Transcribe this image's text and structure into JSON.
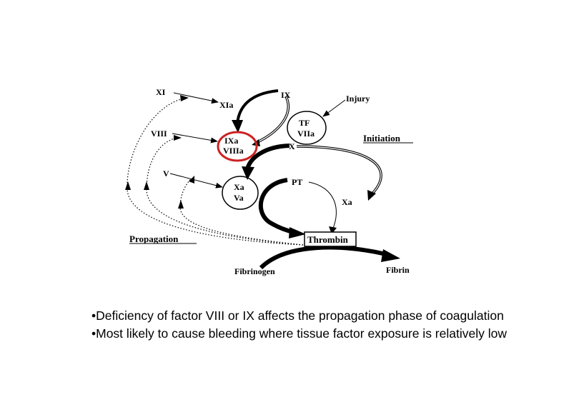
{
  "diagram": {
    "labels": {
      "xi": "XI",
      "xia": "XIa",
      "ix": "IX",
      "injury": "Injury",
      "tf": "TF",
      "viia": "VIIa",
      "viii": "VIII",
      "ixa": "IXa",
      "viiia": "VIIIa",
      "x": "X",
      "initiation": "Initiation",
      "v": "V",
      "xa_complex": "Xa",
      "va": "Va",
      "pt": "PT",
      "xa": "Xa",
      "propagation": "Propagation",
      "thrombin": "Thrombin",
      "fibrinogen": "Fibrinogen",
      "fibrin": "Fibrin"
    },
    "highlight_color": "#cc2222"
  },
  "bullets": [
    "•Deficiency of factor VIII or IX affects the propagation phase of coagulation",
    "•Most likely to cause bleeding where tissue factor exposure is relatively low"
  ]
}
